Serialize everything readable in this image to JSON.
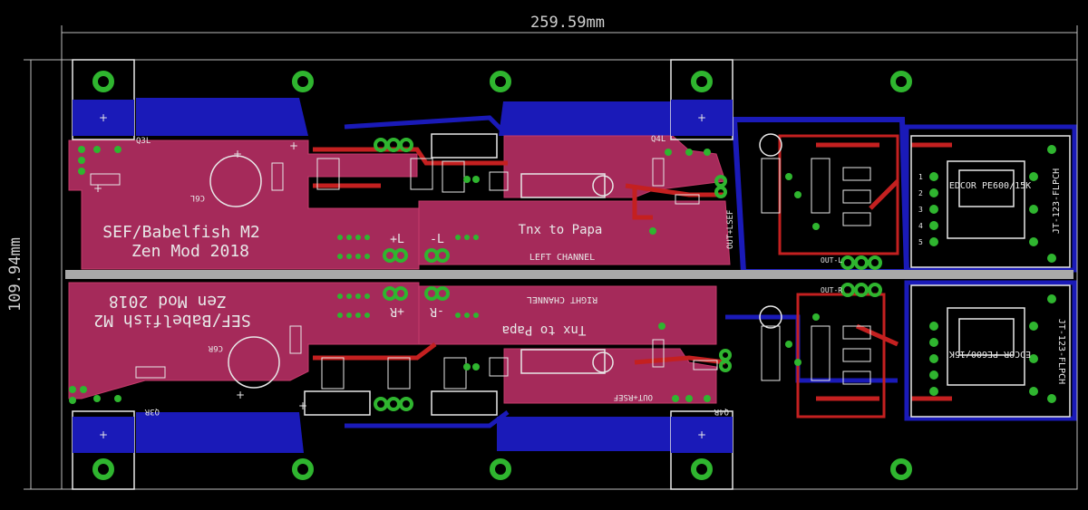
{
  "dimensions": {
    "width_label": "259.59mm",
    "height_label": "109.94mm"
  },
  "silkscreen": {
    "left_title_line1": "SEF/Babelfish M2",
    "left_title_line2": "Zen Mod 2018",
    "right_title_line1": "SEF/Babelfish M2",
    "right_title_line2": "Zen Mod 2018",
    "left_thanks": "Tnx to Papa",
    "right_thanks": "Tnx to Papa",
    "left_channel": "LEFT CHANNEL",
    "right_channel": "RIGHT CHANNEL",
    "plus_l": "+L",
    "minus_l": "-L",
    "plus_r": "+R",
    "minus_r": "-R",
    "q3l": "Q3L",
    "q4l": "Q4L",
    "q3r": "Q3R",
    "q4r": "Q4R",
    "c6l": "C6L",
    "c6r": "C6R",
    "out_lsef": "OUT+LSEF",
    "out_rsef": "OUT+RSEF",
    "out_l": "OUT-L",
    "out_r": "OUT-R",
    "transformer_top": "EDCOR PE600/15K",
    "transformer_bottom": "EDCOR PE600/15K",
    "jack_top": "JT-123-FLPCH",
    "jack_bottom": "JT-123-FLPCH",
    "pin_labels": [
      "1",
      "2",
      "3",
      "4",
      "5"
    ]
  },
  "colors": {
    "background": "#000000",
    "top_copper": "#a52a5a",
    "bottom_copper": "#1a1ab8",
    "red_trace": "#c42020",
    "pad_green": "#2fb52f",
    "silk": "#e8e8e8",
    "dimension": "#bdbdbd",
    "ground_bar": "#a9a9a9"
  }
}
